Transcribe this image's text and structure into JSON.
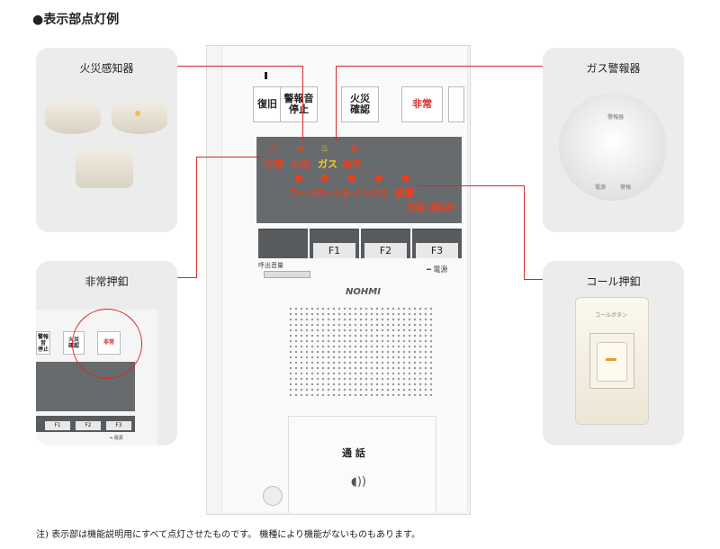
{
  "heading": "●表示部点灯例",
  "cards": {
    "fire": {
      "title": "火災感知器"
    },
    "gas": {
      "title": "ガス警報器",
      "device_text": [
        "警報器",
        "電源",
        "警報"
      ]
    },
    "emergency": {
      "title": "非常押釦",
      "mini_buttons": [
        "警報音\n停止",
        "火災\n確認",
        "非常"
      ],
      "mini_fkeys": [
        "F1",
        "F2",
        "F3"
      ],
      "mini_power": "━ 電源"
    },
    "call": {
      "title": "コール押釦",
      "device_label": "コールボタン"
    }
  },
  "panel": {
    "buttons": {
      "reset": "復旧",
      "alarm_stop": "警報音\n停止",
      "fire_confirm": "火災\n確認",
      "emergency": "非常"
    },
    "lcd_row1": [
      "非常",
      "火災",
      "ガス",
      "換気"
    ],
    "lcd_row2": [
      "コール1",
      "コール2",
      "トイレ",
      "フロ",
      "部屋"
    ],
    "lcd_status": "玄関 通話中",
    "fkeys": [
      "F1",
      "F2",
      "F3"
    ],
    "volume_label": "呼出音量",
    "power_label": "━ 電源",
    "brand": "NOHMI",
    "talk_label": "通 話",
    "talk_icon": "speaker-waves-icon"
  },
  "colors": {
    "lcd_red": "#e8401c",
    "lcd_yellow": "#f3d21a",
    "leader_line": "#d62828",
    "emergency_button": "#d62828"
  },
  "footnote": "注) 表示部は機能説明用にすべて点灯させたものです。 機種により機能がないものもあります。"
}
